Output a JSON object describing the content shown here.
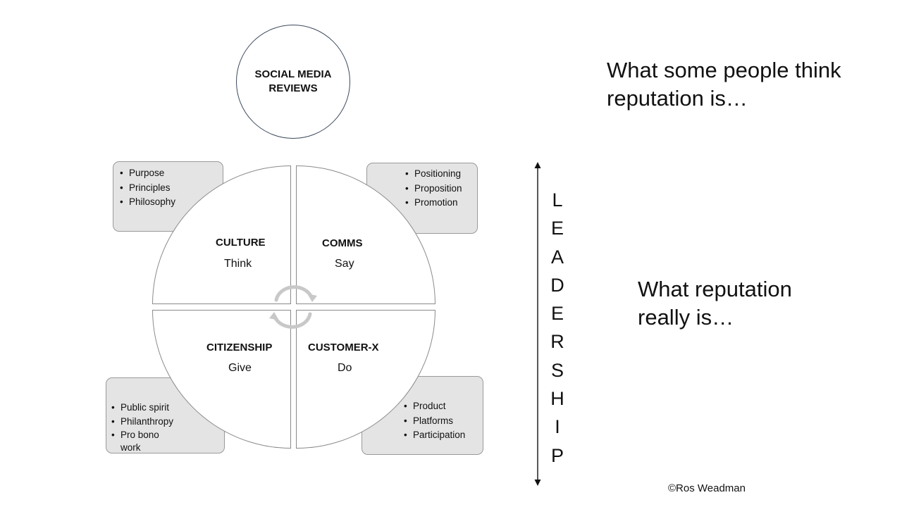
{
  "top_circle": {
    "label": "SOCIAL MEDIA REVIEWS"
  },
  "headline_top": "What some people think reputation is…",
  "headline_bottom": "What reputation really is…",
  "leadership": {
    "letters": [
      "L",
      "E",
      "A",
      "D",
      "E",
      "R",
      "S",
      "H",
      "I",
      "P"
    ]
  },
  "quadrants": {
    "culture": {
      "title": "CULTURE",
      "verb": "Think"
    },
    "comms": {
      "title": "COMMS",
      "verb": "Say"
    },
    "citizenship": {
      "title": "CITIZENSHIP",
      "verb": "Give"
    },
    "customer": {
      "title": "CUSTOMER-X",
      "verb": "Do"
    }
  },
  "boxes": {
    "culture": [
      "Purpose",
      "Principles",
      "Philosophy"
    ],
    "comms": [
      "Positioning",
      "Proposition",
      "Promotion"
    ],
    "citizenship": [
      "Public spirit",
      "Philanthropy",
      "Pro bono",
      "work"
    ],
    "customer": [
      "Product",
      "Platforms",
      "Participation"
    ]
  },
  "credit": "©Ros Weadman",
  "colors": {
    "box_fill": "#e4e4e4",
    "circle_stroke": "#3d4a5c",
    "cycle_arrow": "#c8c8c8"
  }
}
